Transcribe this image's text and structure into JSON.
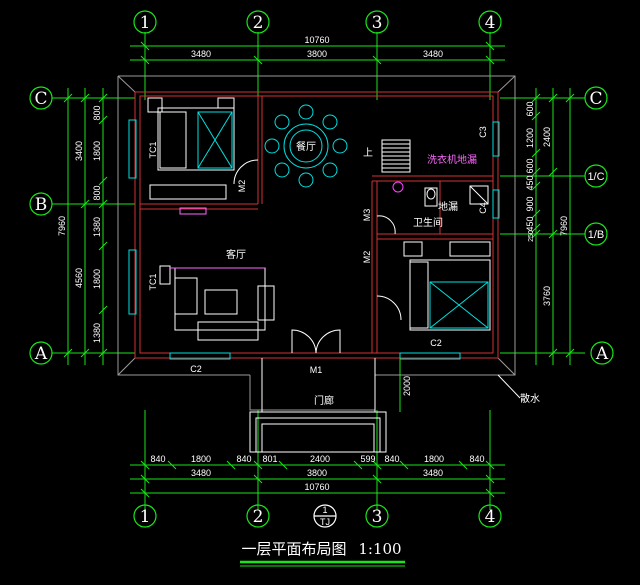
{
  "axes_h": {
    "a1": "1",
    "a2": "2",
    "a3": "3",
    "a4": "4",
    "b1": "1",
    "b2": "2",
    "b3": "3",
    "b4": "4"
  },
  "axes_v": {
    "lc": "C",
    "lb": "B",
    "la": "A",
    "rc": "C",
    "r1c": "1/C",
    "r1b": "1/B",
    "ra": "A"
  },
  "top_dims": {
    "total": "10760",
    "d1": "3480",
    "d2": "3800",
    "d3": "3480"
  },
  "bottom_dims": {
    "row1": [
      "840",
      "1800",
      "840",
      "801",
      "2400",
      "599",
      "840",
      "1800",
      "840"
    ],
    "row2": [
      "3480",
      "3800",
      "3480"
    ],
    "total": "10760"
  },
  "left_dims": {
    "total": "7960",
    "a": "3400",
    "b": "4560",
    "s1": "800",
    "s2": "1800",
    "s3": "800",
    "s4": "1380",
    "s5": "1800",
    "s6": "1380"
  },
  "right_dims": {
    "total1": "2400",
    "total2": "7960",
    "total3": "3760",
    "s1": "600",
    "s2": "1200",
    "s3": "600",
    "s4": "450",
    "s5": "900",
    "s6": "450",
    "s7": "250"
  },
  "rooms": {
    "dining": "餐厅",
    "living": "客厅",
    "bath": "卫生间",
    "porch": "门廊",
    "up": "上",
    "washer": "洗衣机地漏",
    "floordrain": "地漏",
    "gutter": "散水"
  },
  "marks": {
    "m1": "M1",
    "m2a": "M2",
    "m2b": "M2",
    "m3": "M3",
    "tc1a": "TC1",
    "tc1b": "TC1",
    "c2a": "C2",
    "c2b": "C2",
    "c3": "C3",
    "c4": "C4",
    "dim2000": "2000",
    "tj_top": "1",
    "tj_bottom": "TJ"
  },
  "title": "一层平面布局图",
  "scale": "1:100",
  "colors": {
    "green": "#19e619",
    "red": "#d23232",
    "white": "#ffffff",
    "cyan": "#00e0e0",
    "magenta": "#ff44ff",
    "grey": "#9a9a9a"
  }
}
